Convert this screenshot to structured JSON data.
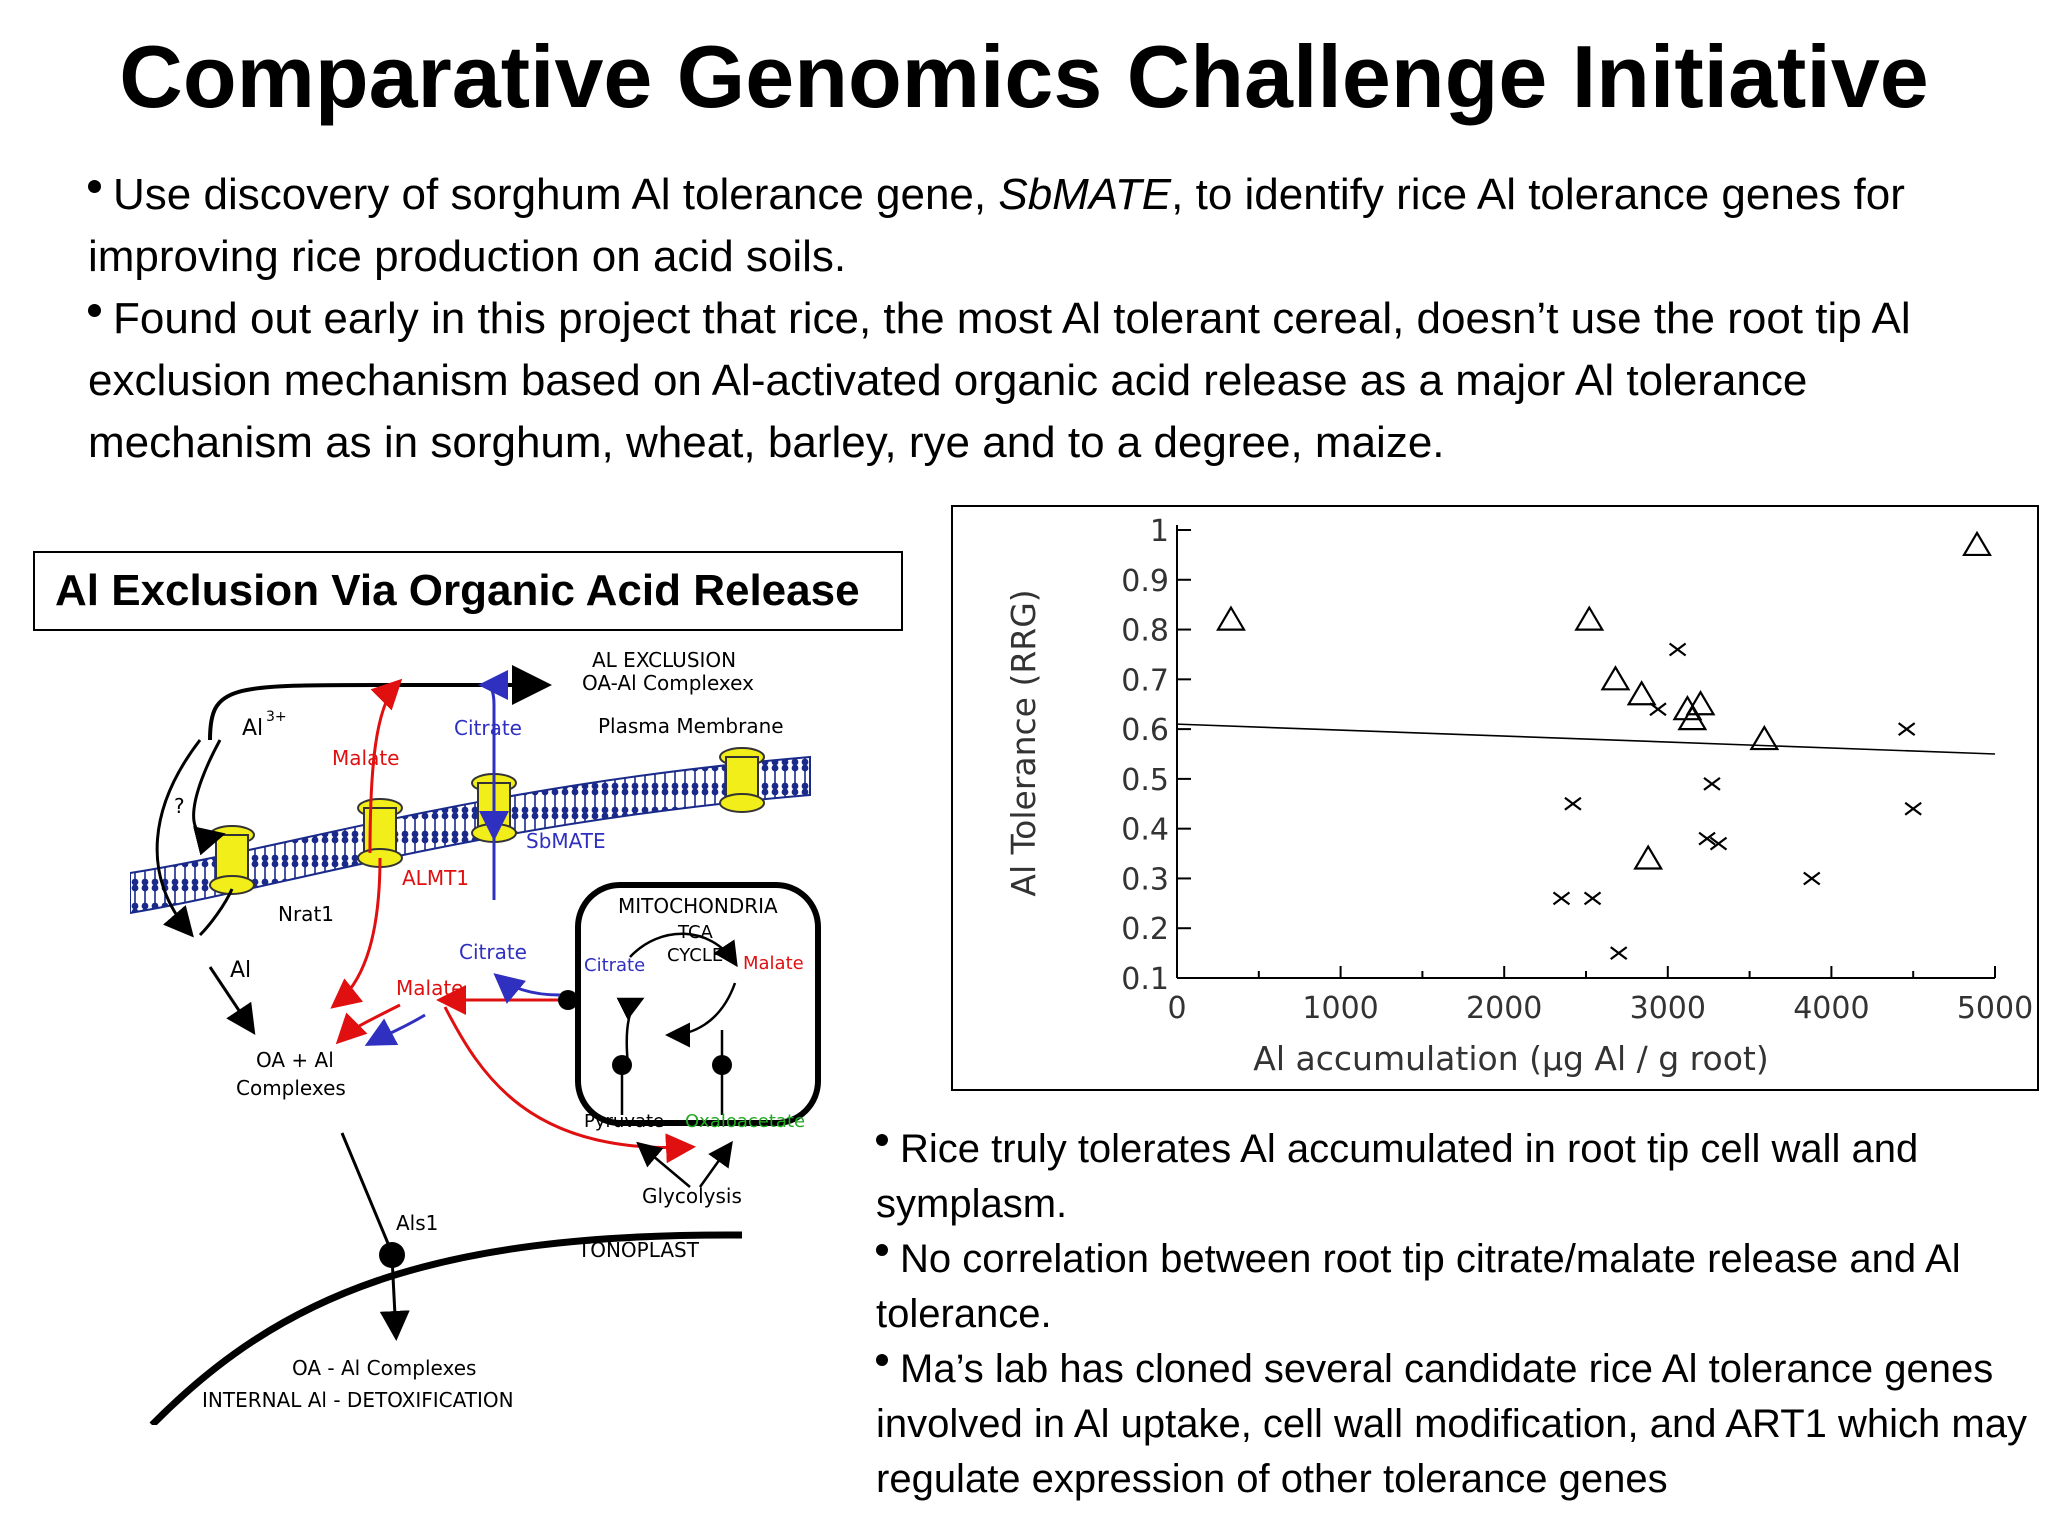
{
  "slide": {
    "title": "Comparative Genomics Challenge Initiative",
    "top_bullets": [
      {
        "pre": "Use discovery of sorghum Al tolerance gene, ",
        "em": "SbMATE",
        "post": ", to identify rice Al tolerance genes for improving rice production on acid soils."
      },
      {
        "pre": "Found out early in this project that rice, the most Al tolerant cereal, doesn’t use the root tip Al exclusion mechanism based on Al-activated organic acid release as a major Al tolerance mechanism as in sorghum, wheat, barley, rye and to a degree, maize.",
        "em": "",
        "post": ""
      }
    ],
    "box_title": "Al Exclusion Via Organic Acid Release",
    "bottom_bullets": [
      "Rice truly tolerates Al accumulated in root tip cell wall and symplasm.",
      "No correlation between root tip citrate/malate release and Al tolerance.",
      "Ma’s lab has cloned several candidate rice Al tolerance genes involved in Al uptake, cell wall modification, and ART1 which may regulate expression of other tolerance genes"
    ]
  },
  "diagram": {
    "al_exclusion": "AL EXCLUSION",
    "oa_complexex": "OA-Al Complexex",
    "al3": "Al",
    "al3_sup": "3+",
    "malate_top": "Malate",
    "citrate_top": "Citrate",
    "plasma_membrane": "Plasma Membrane",
    "question": "?",
    "sbmate": "SbMATE",
    "almt1": "ALMT1",
    "nrat1": "Nrat1",
    "mitochondria": "MITOCHONDRIA",
    "tca1": "TCA",
    "tca2": "CYCLE",
    "citrate_mid": "Citrate",
    "citrate_mito": "Citrate",
    "malate_mito": "Malate",
    "al_inside": "Al",
    "malate_mid": "Malate",
    "oa_al1": "OA + Al",
    "oa_al2": "Complexes",
    "pyruvate": "Pyruvate",
    "oxaloacetate": "Oxaloacetate",
    "glycolysis": "Glycolysis",
    "als1": "Als1",
    "tonoplast": "TONOPLAST",
    "oa_al_complexes": "OA - Al Complexes",
    "internal": "INTERNAL Al - DETOXIFICATION",
    "colors": {
      "malate": "#e01010",
      "citrate": "#3030c0",
      "oxaloacetate": "#22aa22",
      "membrane": "#1a2a8a",
      "channel": "#f2ee1a"
    }
  },
  "chart_data": {
    "type": "scatter",
    "title": "",
    "xlabel": "Al accumulation (µg Al / g root)",
    "ylabel": "Al Tolerance (RRG)",
    "xlim": [
      0,
      5000
    ],
    "ylim": [
      0.1,
      1
    ],
    "xticks": [
      "0",
      "1000",
      "2000",
      "3000",
      "4000",
      "5000"
    ],
    "yticks": [
      "0.1",
      "0.2",
      "0.3",
      "0.4",
      "0.5",
      "0.6",
      "0.7",
      "0.8",
      "0.9",
      "1"
    ],
    "series": [
      {
        "marker": "triangle",
        "points": [
          [
            330,
            0.82
          ],
          [
            2520,
            0.82
          ],
          [
            2680,
            0.7
          ],
          [
            2840,
            0.67
          ],
          [
            3120,
            0.64
          ],
          [
            3150,
            0.62
          ],
          [
            3200,
            0.65
          ],
          [
            3590,
            0.58
          ],
          [
            2880,
            0.34
          ],
          [
            4890,
            0.97
          ]
        ]
      },
      {
        "marker": "cross",
        "points": [
          [
            3060,
            0.76
          ],
          [
            2940,
            0.64
          ],
          [
            2420,
            0.45
          ],
          [
            3270,
            0.49
          ],
          [
            3240,
            0.38
          ],
          [
            3310,
            0.37
          ],
          [
            2350,
            0.26
          ],
          [
            2540,
            0.26
          ],
          [
            2700,
            0.15
          ],
          [
            3880,
            0.3
          ],
          [
            4460,
            0.6
          ],
          [
            4500,
            0.44
          ]
        ]
      }
    ],
    "trendline": {
      "x": [
        0,
        5000
      ],
      "y": [
        0.61,
        0.55
      ]
    },
    "grid": false
  }
}
